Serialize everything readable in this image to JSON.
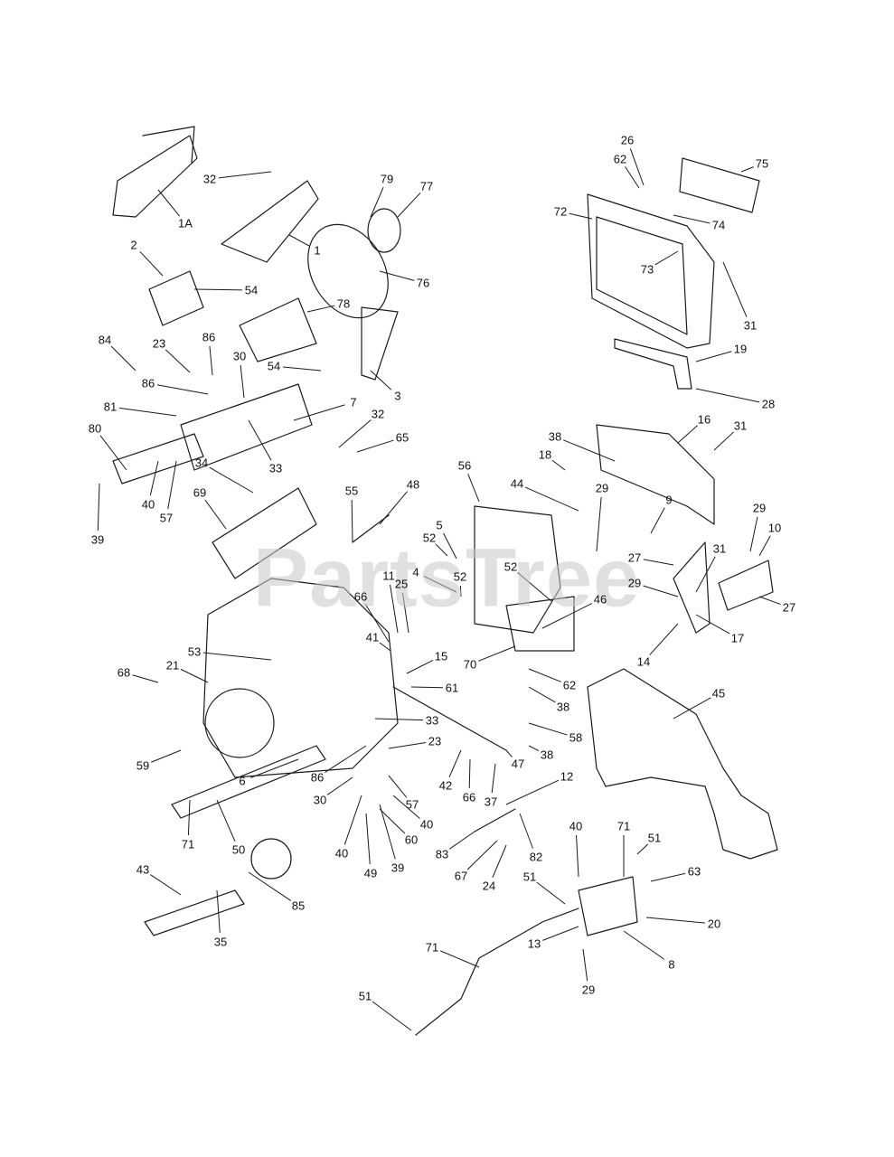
{
  "watermark": "PartsTree",
  "colors": {
    "line": "#1a1a1a",
    "watermark": "#c8c8c8",
    "background": "#ffffff"
  },
  "callouts": [
    "26",
    "62",
    "75",
    "72",
    "74",
    "73",
    "31",
    "19",
    "28",
    "32",
    "1A",
    "1",
    "79",
    "77",
    "76",
    "2",
    "54",
    "78",
    "3",
    "54",
    "84",
    "23",
    "86",
    "30",
    "86",
    "81",
    "7",
    "80",
    "33",
    "32",
    "65",
    "40",
    "57",
    "39",
    "34",
    "69",
    "55",
    "48",
    "56",
    "5",
    "52",
    "4",
    "52",
    "52",
    "11",
    "25",
    "66",
    "41",
    "16",
    "31",
    "38",
    "18",
    "44",
    "29",
    "9",
    "29",
    "10",
    "27",
    "29",
    "31",
    "17",
    "14",
    "27",
    "46",
    "70",
    "62",
    "38",
    "15",
    "53",
    "68",
    "21",
    "61",
    "33",
    "58",
    "38",
    "45",
    "59",
    "23",
    "86",
    "47",
    "42",
    "66",
    "37",
    "30",
    "57",
    "40",
    "6",
    "71",
    "50",
    "40",
    "49",
    "39",
    "60",
    "12",
    "83",
    "82",
    "67",
    "24",
    "40",
    "71",
    "51",
    "63",
    "51",
    "20",
    "13",
    "8",
    "29",
    "43",
    "85",
    "35",
    "71",
    "51"
  ]
}
